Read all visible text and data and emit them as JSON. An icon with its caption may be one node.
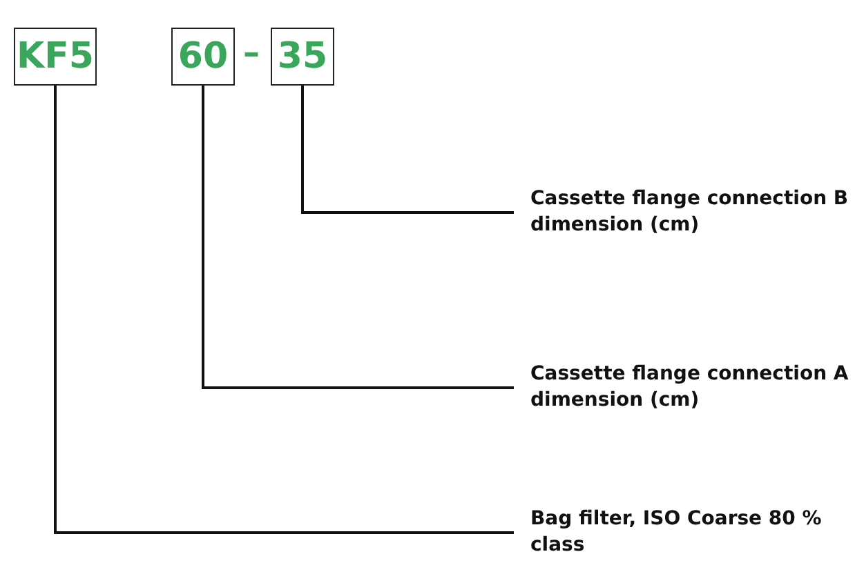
{
  "diagram": {
    "nodes": [
      {
        "text": [
          "KF5"
        ]
      },
      {
        "text": [
          "60"
        ]
      },
      {
        "text": [
          "35"
        ]
      },
      {
        "text": [
          "Cassette flange connection B dimension (cm)"
        ]
      },
      {
        "text": [
          "Cassette flange connection A dimension (cm)"
        ]
      },
      {
        "text": [
          "Bag filter, ISO Coarse 80 % class"
        ]
      }
    ],
    "edges": [
      {
        "from": 3,
        "to": 2,
        "arrow": "none"
      },
      {
        "from": 4,
        "to": 1,
        "arrow": "none"
      },
      {
        "from": 5,
        "to": 0,
        "arrow": "none"
      }
    ],
    "labels": [
      "–"
    ]
  }
}
